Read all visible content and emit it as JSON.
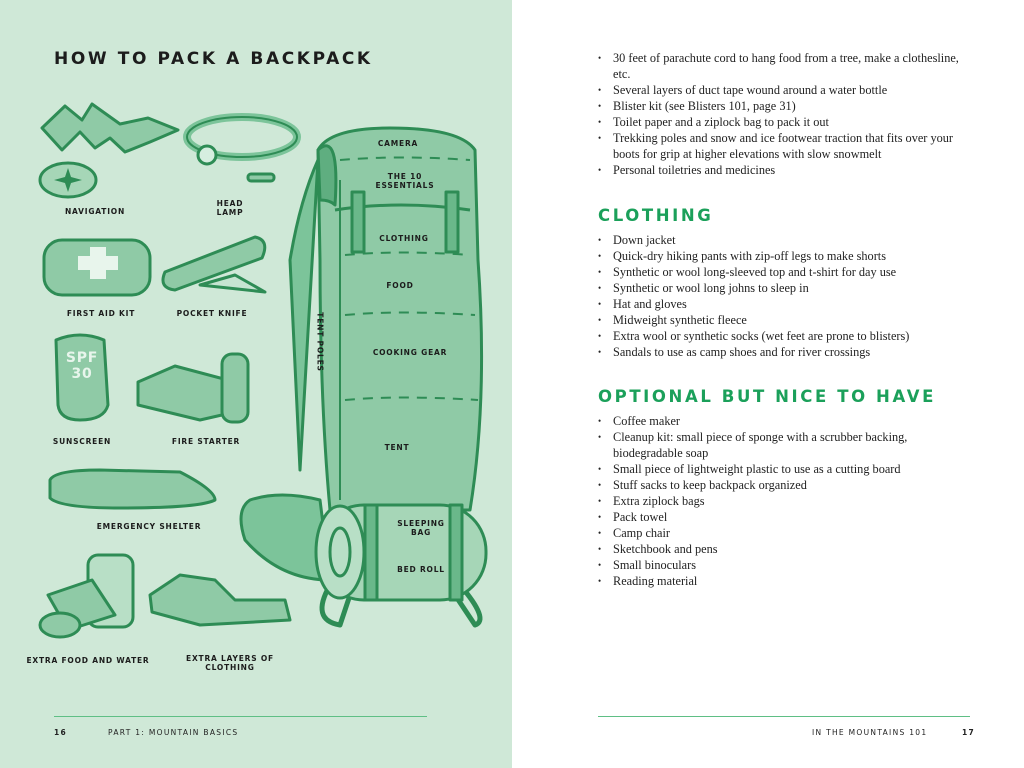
{
  "left_page": {
    "title": "HOW TO PACK A BACKPACK",
    "items": {
      "navigation": "NAVIGATION",
      "head_lamp_1": "HEAD",
      "head_lamp_2": "LAMP",
      "first_aid_kit": "FIRST AID KIT",
      "pocket_knife": "POCKET KNIFE",
      "sunscreen": "SUNSCREEN",
      "sunscreen_spf": "SPF",
      "sunscreen_30": "30",
      "fire_starter": "FIRE STARTER",
      "emergency_shelter": "EMERGENCY SHELTER",
      "extra_food_water": "EXTRA FOOD AND WATER",
      "extra_layers_1": "EXTRA LAYERS OF",
      "extra_layers_2": "CLOTHING"
    },
    "backpack": {
      "camera": "CAMERA",
      "essentials_1": "THE 10",
      "essentials_2": "ESSENTIALS",
      "clothing": "CLOTHING",
      "food": "FOOD",
      "cooking_gear": "COOKING GEAR",
      "tent_poles": "TENT POLES",
      "tent": "TENT",
      "sleeping_bag_1": "SLEEPING",
      "sleeping_bag_2": "BAG",
      "bed_roll": "BED ROLL"
    },
    "footer": {
      "page": "16",
      "section": "PART 1: MOUNTAIN BASICS"
    }
  },
  "right_page": {
    "list_top": [
      "30 feet of parachute cord to hang food from a tree, make a clothesline, etc.",
      "Several layers of duct tape wound around a water bottle",
      "Blister kit (see Blisters 101, page 31)",
      "Toilet paper and a ziplock bag to pack it out",
      "Trekking poles and snow and ice footwear traction that fits over your boots for grip at higher elevations with slow snowmelt",
      "Personal toiletries and medicines"
    ],
    "clothing_heading": "CLOTHING",
    "clothing": [
      "Down jacket",
      "Quick-dry hiking pants with zip-off legs to make shorts",
      "Synthetic or wool long-sleeved top and t-shirt for day use",
      "Synthetic or wool long johns to sleep in",
      "Hat and gloves",
      "Midweight synthetic fleece",
      "Extra wool or synthetic socks (wet feet are prone to blisters)",
      "Sandals to use as camp shoes and for river crossings"
    ],
    "optional_heading": "OPTIONAL BUT NICE TO HAVE",
    "optional": [
      "Coffee maker",
      "Cleanup kit: small piece of sponge with a scrubber backing, biodegradable soap",
      "Small piece of lightweight plastic to use as a cutting board",
      "Stuff sacks to keep backpack organized",
      "Extra ziplock bags",
      "Pack towel",
      "Camp chair",
      "Sketchbook and pens",
      "Small binoculars",
      "Reading material"
    ],
    "footer": {
      "section": "IN THE MOUNTAINS 101",
      "page": "17"
    }
  },
  "colors": {
    "left_bg": "#cfe8d7",
    "accent": "#1ba05a",
    "ink": "#2e8c55",
    "fill": "#72bd90"
  }
}
